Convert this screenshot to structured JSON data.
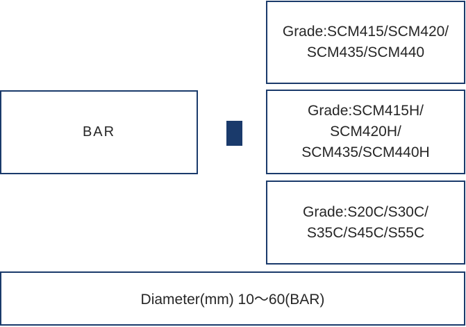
{
  "diagram": {
    "source_box": {
      "label": "BAR"
    },
    "connector": {
      "shape": "small-navy-square"
    },
    "grade_boxes": [
      {
        "lines": [
          "Grade:SCM415/SCM420/",
          "SCM435/SCM440"
        ]
      },
      {
        "lines": [
          "Grade:SCM415H/",
          "SCM420H/",
          "SCM435/SCM440H"
        ]
      },
      {
        "lines": [
          "Grade:S20C/S30C/",
          "S35C/S45C/S55C"
        ]
      }
    ],
    "diameter_box": {
      "label": "Diameter(mm) 10〜60(BAR)"
    },
    "colors": {
      "border": "#1a3a6b",
      "connector": "#1a3a6b",
      "text": "#262626",
      "background": "#ffffff"
    }
  }
}
